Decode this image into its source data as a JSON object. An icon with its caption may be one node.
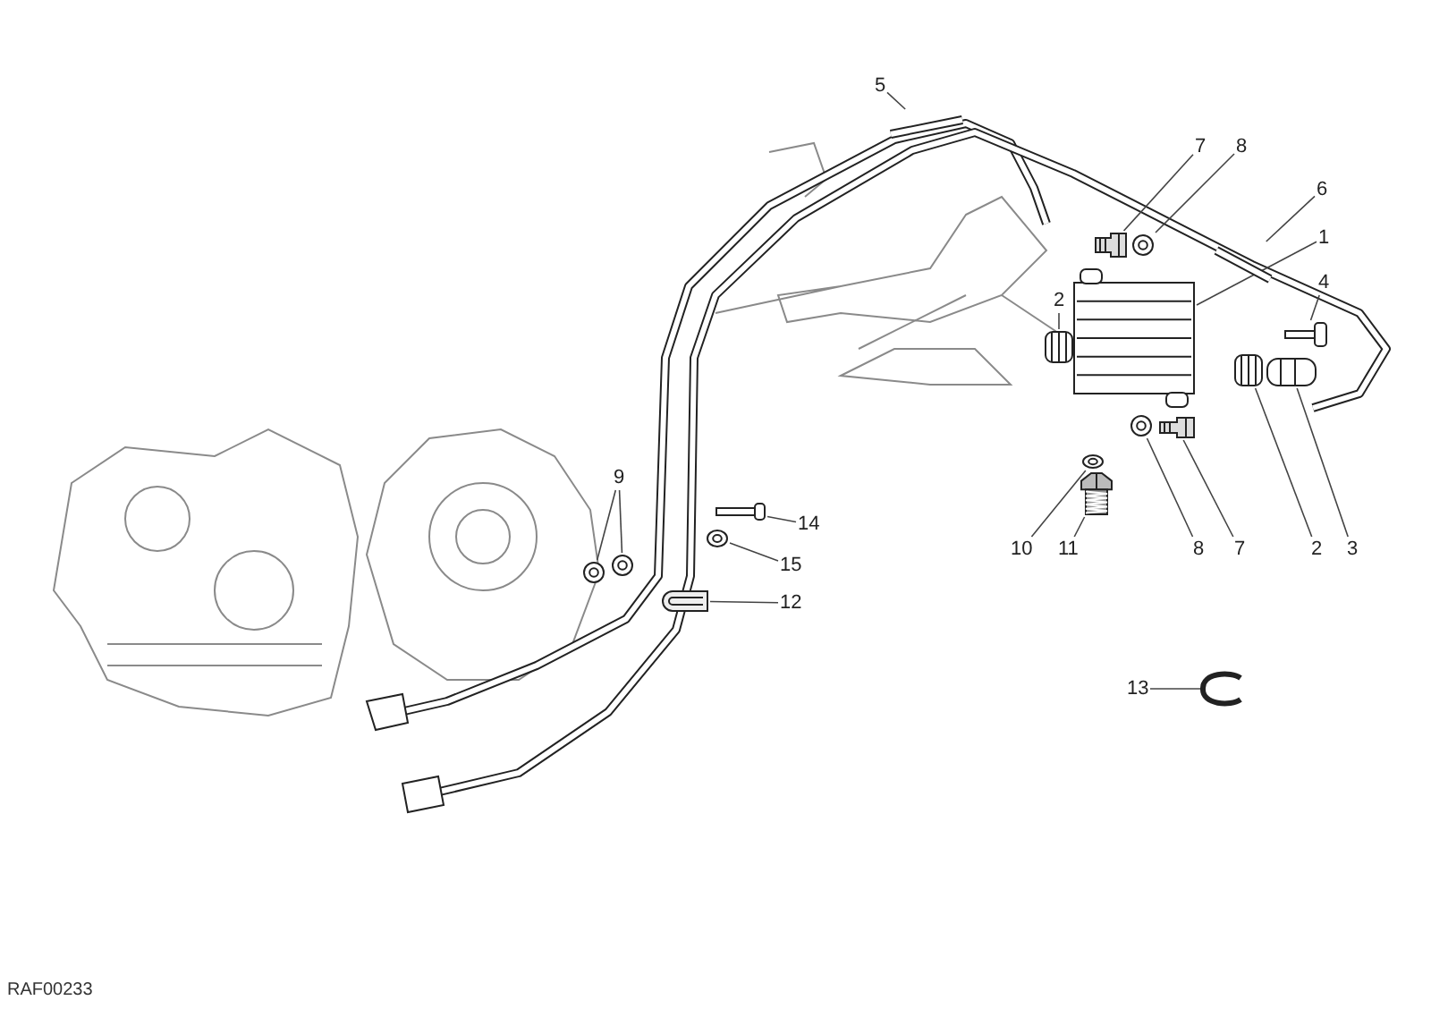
{
  "diagram": {
    "nodes": [
      {
        "text": [
          "5"
        ]
      },
      {
        "text": [
          "7"
        ]
      },
      {
        "text": [
          "8"
        ]
      },
      {
        "text": [
          "6"
        ]
      },
      {
        "text": [
          "1"
        ]
      },
      {
        "text": [
          "4"
        ]
      },
      {
        "text": [
          "2"
        ]
      },
      {
        "text": [
          "9"
        ]
      },
      {
        "text": [
          "14"
        ]
      },
      {
        "text": [
          "15"
        ]
      },
      {
        "text": [
          "12"
        ]
      },
      {
        "text": [
          "10"
        ]
      },
      {
        "text": [
          "11"
        ]
      },
      {
        "text": [
          "8"
        ]
      },
      {
        "text": [
          "7"
        ]
      },
      {
        "text": [
          "2"
        ]
      },
      {
        "text": [
          "3"
        ]
      },
      {
        "text": [
          "13"
        ]
      },
      {
        "text": [],
        "shape": "picture"
      },
      {
        "text": [],
        "shape": "picture"
      },
      {
        "text": [],
        "shape": "picture"
      },
      {
        "text": [],
        "shape": "picture"
      },
      {
        "text": [],
        "shape": "picture"
      },
      {
        "text": [],
        "shape": "picture"
      },
      {
        "text": [],
        "shape": "picture"
      },
      {
        "text": [],
        "shape": "picture"
      },
      {
        "text": [],
        "shape": "picture"
      },
      {
        "text": [],
        "shape": "picture"
      },
      {
        "text": [],
        "shape": "picture"
      },
      {
        "text": [],
        "shape": "picture"
      },
      {
        "text": [],
        "shape": "picture"
      },
      {
        "text": [],
        "shape": "picture"
      },
      {
        "text": [],
        "shape": "picture"
      },
      {
        "text": [],
        "shape": "picture"
      },
      {
        "text": [],
        "shape": "picture"
      },
      {
        "text": [],
        "shape": "picture"
      },
      {
        "text": [],
        "shape": "picture"
      }
    ],
    "edges": [
      {
        "from": 0,
        "to": 18,
        "arrow": "none"
      },
      {
        "from": 1,
        "to": 19,
        "arrow": "none"
      },
      {
        "from": 2,
        "to": 20,
        "arrow": "none"
      },
      {
        "from": 3,
        "to": 21,
        "arrow": "none"
      },
      {
        "from": 4,
        "to": 22,
        "arrow": "none"
      },
      {
        "from": 5,
        "to": 23,
        "arrow": "none"
      },
      {
        "from": 6,
        "to": 24,
        "arrow": "none"
      },
      {
        "from": 7,
        "to": 25,
        "arrow": "none"
      },
      {
        "from": 7,
        "to": 26,
        "arrow": "none"
      },
      {
        "from": 8,
        "to": 27,
        "arrow": "none"
      },
      {
        "from": 9,
        "to": 28,
        "arrow": "none"
      },
      {
        "from": 10,
        "to": 29,
        "arrow": "none"
      },
      {
        "from": 11,
        "to": 30,
        "arrow": "none"
      },
      {
        "from": 12,
        "to": 31,
        "arrow": "none"
      },
      {
        "from": 13,
        "to": 32,
        "arrow": "none"
      },
      {
        "from": 14,
        "to": 33,
        "arrow": "none"
      },
      {
        "from": 15,
        "to": 34,
        "arrow": "none"
      },
      {
        "from": 16,
        "to": 35,
        "arrow": "none"
      },
      {
        "from": 17,
        "to": 36,
        "arrow": "none"
      }
    ],
    "labels": [
      "RAF00233"
    ]
  }
}
